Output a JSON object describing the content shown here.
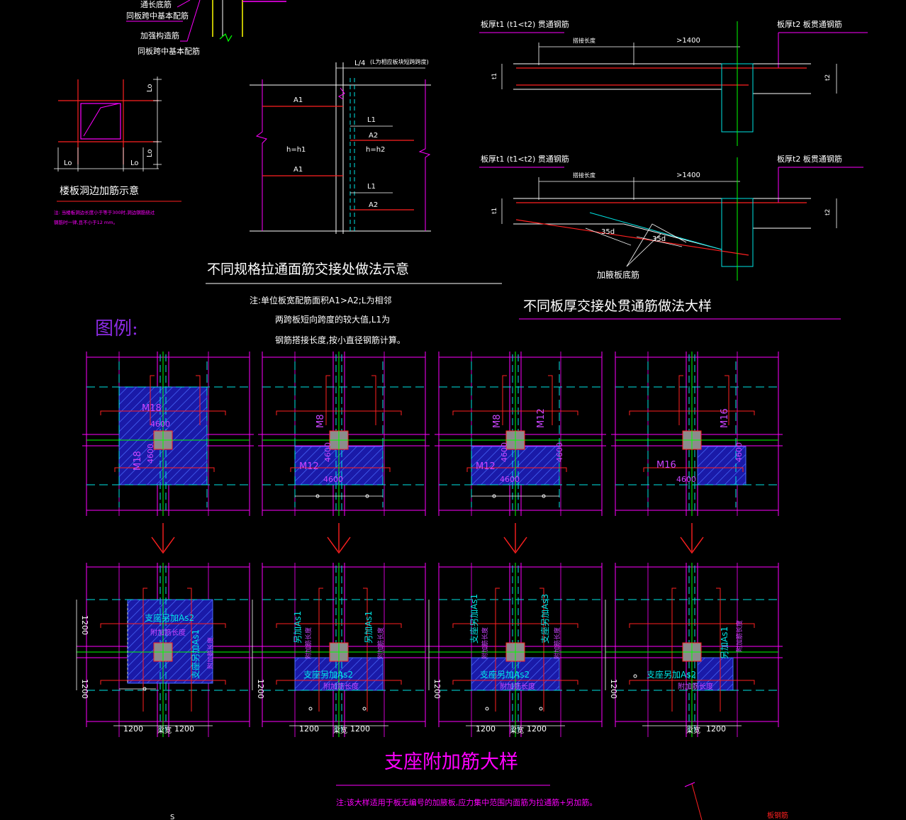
{
  "top_left": {
    "label_a": "通长底筋",
    "label_b": "同板跨中基本配筋",
    "label_c": "加强构造筋",
    "label_d": "同板跨中基本配筋"
  },
  "opening": {
    "title": "楼板洞边加筋示意",
    "lo": "Lo",
    "note_line1": "注: 当楼板洞边长度小于等于300时,洞边钢筋绕过",
    "note_line2": "    钢筋时一律,且不小于12 mm。"
  },
  "splice": {
    "dim_top": "L/4",
    "dim_top_note": "(L为相应板块短跨跨度)",
    "a1": "A1",
    "a2": "A2",
    "l1": "L1",
    "h1": "h=h1",
    "h2": "h=h2",
    "title": "不同规格拉通面筋交接处做法示意",
    "note_line1": "注:单位板宽配筋面积A1>A2;L为相邻",
    "note_line2": "两跨板短向跨度的较大值,L1为",
    "note_line3": "钢筋搭接长度,按小直径钢筋计算。"
  },
  "thickness": {
    "top_left_label": "板厚t1 (t1<t2) 贯通钢筋",
    "top_right_label": "板厚t2 板贯通钢筋",
    "anchor": "搭接长度",
    "gt1400": ">1400",
    "t1": "t1",
    "t2": "t2",
    "d35a": "35d",
    "d35b": "35d",
    "bottom_left_label": "板厚t1 (t1<t2) 贯通钢筋",
    "bottom_right_label": "板厚t2 板贯通钢筋",
    "haunch": "加腋板底筋",
    "title": "不同板厚交接处贯通筋做法大样"
  },
  "legend_label": "图例:",
  "top_panels": [
    {
      "m_a": "M18",
      "m_b": "M18",
      "d_a": "4600",
      "d_b": "4600",
      "d_c": ""
    },
    {
      "m_a": "M8",
      "m_b": "M12",
      "d_a": "4600",
      "d_b": "4600",
      "d_c": ""
    },
    {
      "m_a": "M8",
      "m_b": "M12",
      "m_c": "M12",
      "d_a": "4600",
      "d_b": "4600",
      "d_c": "4600"
    },
    {
      "m_a": "M16",
      "m_b": "M16",
      "d_a": "4600",
      "d_b": "4600",
      "d_c": ""
    }
  ],
  "bottom_panels": [
    {
      "as_a": "支座另加As2",
      "as_b": "支座另加As1",
      "len": "附加筋长度",
      "dim1": "1200",
      "dim2": "1200",
      "beam": "梁宽",
      "vdim1": "1200",
      "vdim2": "1200"
    },
    {
      "as_a": "支座另加As2",
      "as_b": "另加As1",
      "as_c": "另加As1",
      "len": "附加筋长度",
      "dim1": "1200",
      "dim2": "1200",
      "beam": "梁宽",
      "vdim1": "1200"
    },
    {
      "as_a": "支座另加As2",
      "as_b": "支座另加As1",
      "as_c": "支座另加As3",
      "len": "附加筋长度",
      "dim1": "1200",
      "dim2": "1200",
      "beam": "梁宽",
      "vdim1": "1200"
    },
    {
      "as_a": "支座另加As2",
      "as_b": "另加As1",
      "len": "附加筋长度",
      "dim1": "1200",
      "beam": "梁宽",
      "vdim1": "1200"
    }
  ],
  "support": {
    "title": "支座附加筋大样",
    "note": "注:该大样适用于板无编号的加腋板,应力集中范围内面筋为拉通筋+另加筋。"
  },
  "bottom_right_label": "板钢筋",
  "bottom_left_mark": "S"
}
